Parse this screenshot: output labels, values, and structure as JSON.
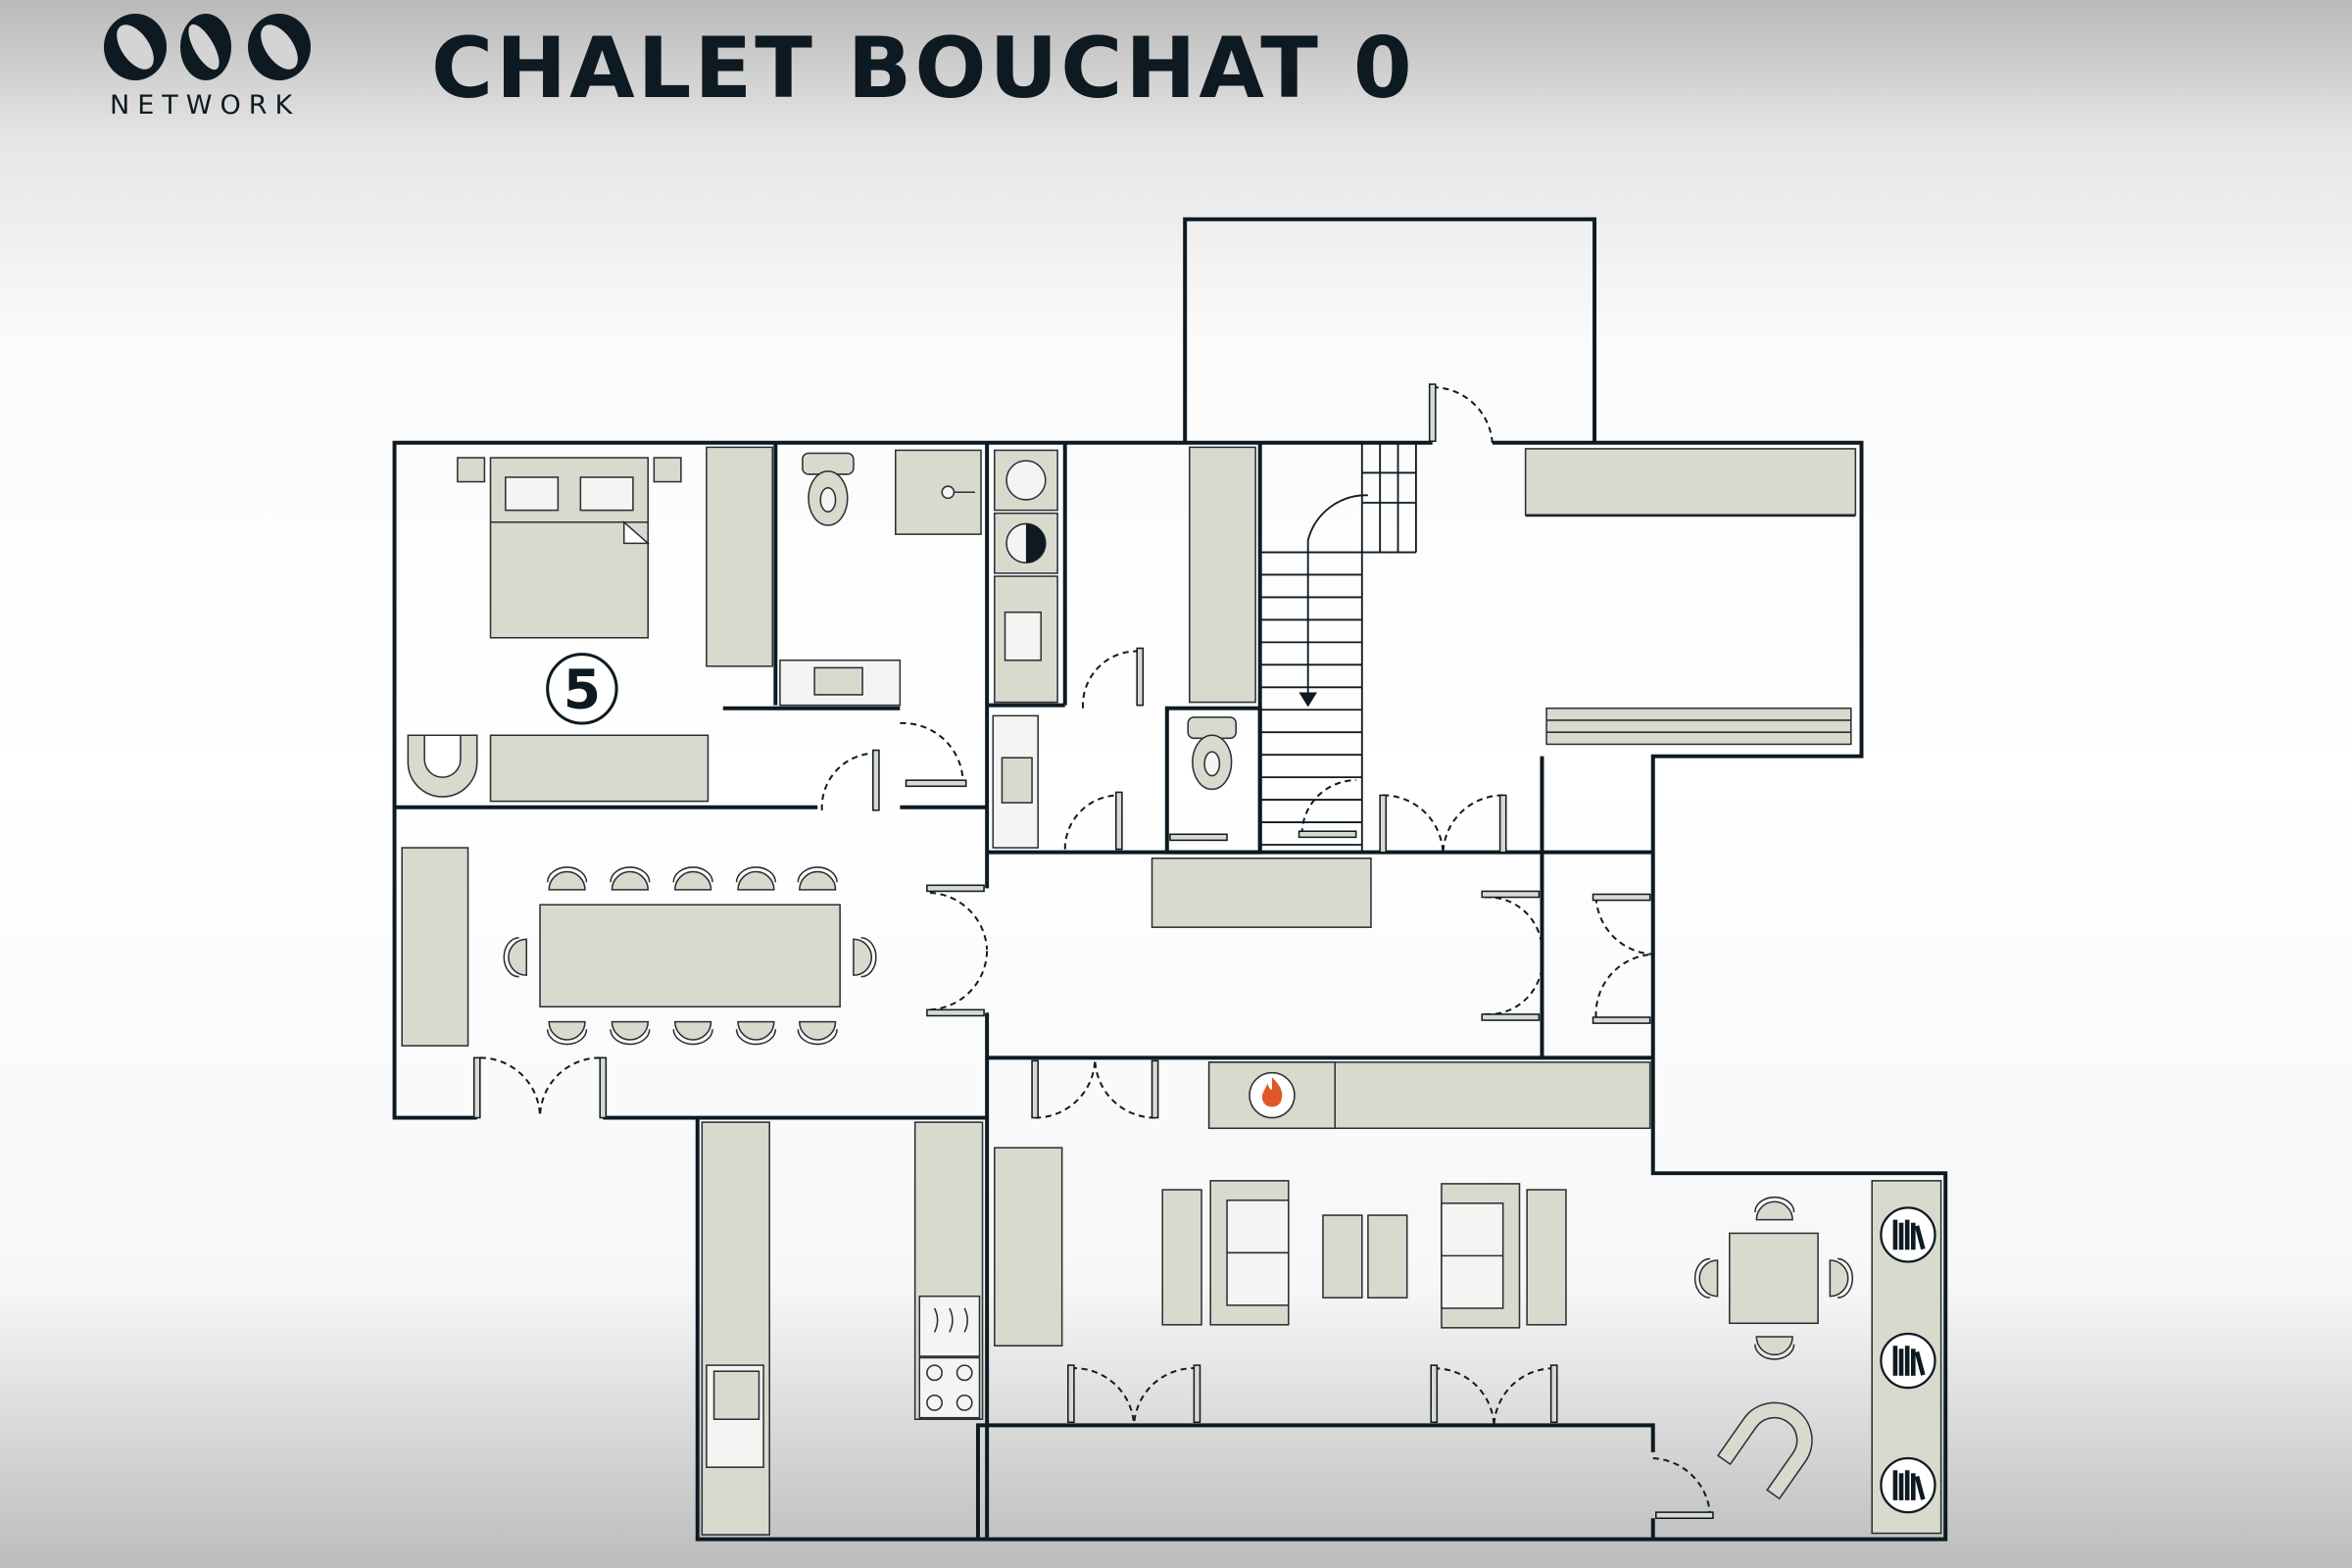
{
  "header": {
    "logo_text": "NETWORK",
    "title": "CHALET BOUCHAT 0"
  },
  "plan": {
    "room_number": "5",
    "colors": {
      "wall": "#0e1a22",
      "furniture": "#d9dace",
      "fire": "#e0582a"
    },
    "icons": [
      "bed-icon",
      "toilet-icon",
      "shower-icon",
      "sink-icon",
      "washing-machine-icon",
      "dryer-icon",
      "staircase-icon",
      "fireplace-icon",
      "bookshelf-icon",
      "sofa-icon",
      "dining-table-icon",
      "stove-icon",
      "microwave-icon",
      "bathtub-icon"
    ]
  }
}
